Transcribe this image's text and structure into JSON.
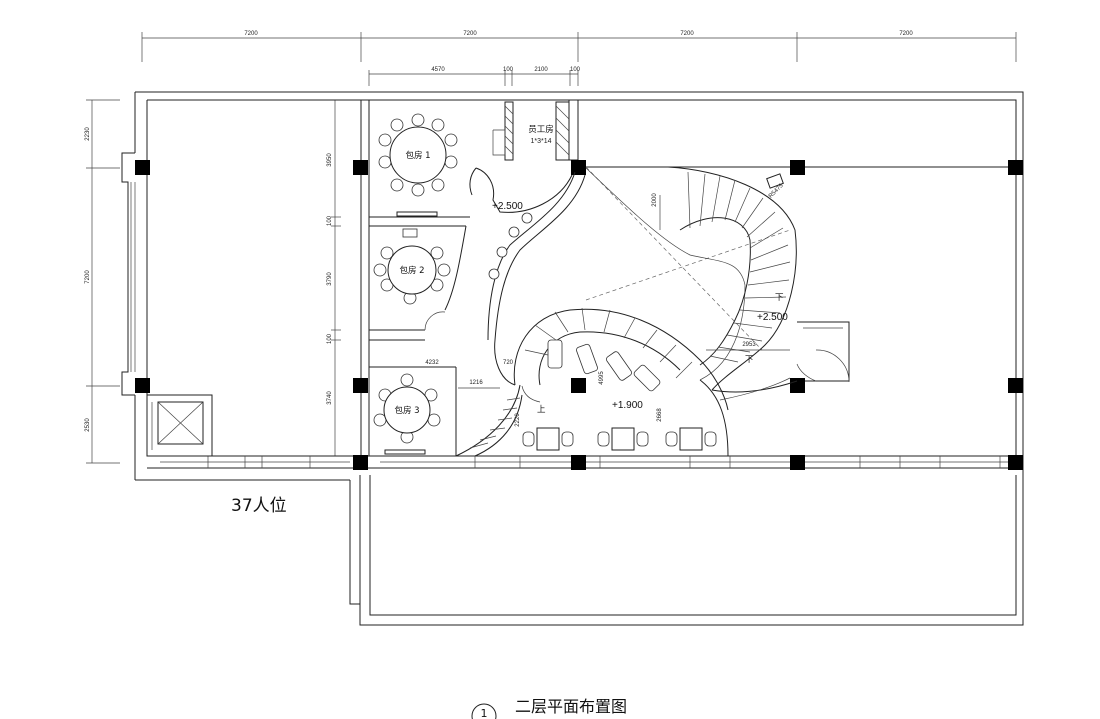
{
  "plan": {
    "title": "二层平面布置图",
    "drawing_number": "1",
    "capacity": "37人位"
  },
  "dims": {
    "top_bay_1": "7200",
    "top_bay_2": "7200",
    "top_bay_3": "7200",
    "top_bay_4": "7200",
    "sub_1": "4570",
    "sub_2": "100",
    "sub_3": "2100",
    "sub_4": "100",
    "left_1": "2230",
    "left_2": "7200",
    "left_3": "2530",
    "mid_1": "3950",
    "mid_2": "100",
    "mid_3": "3790",
    "mid_4": "100",
    "mid_5": "3740",
    "d_2000": "2000",
    "d_4232": "4232",
    "d_720": "720",
    "d_1216": "1216",
    "d_4995": "4995",
    "d_2220": "2220",
    "d_2668": "2668",
    "d_2953": "2953",
    "d_r5475": "R5475"
  },
  "rooms": {
    "private_1": "包房 1",
    "private_2": "包房 2",
    "private_3": "包房 3",
    "staff_room": "员工房",
    "staff_room_spec": "1*3*14"
  },
  "levels": {
    "bar": "+2.500",
    "landing": "+2.500",
    "dining": "+1.900"
  },
  "stairs": {
    "up": "上",
    "down_1": "下",
    "down_2": "下"
  }
}
